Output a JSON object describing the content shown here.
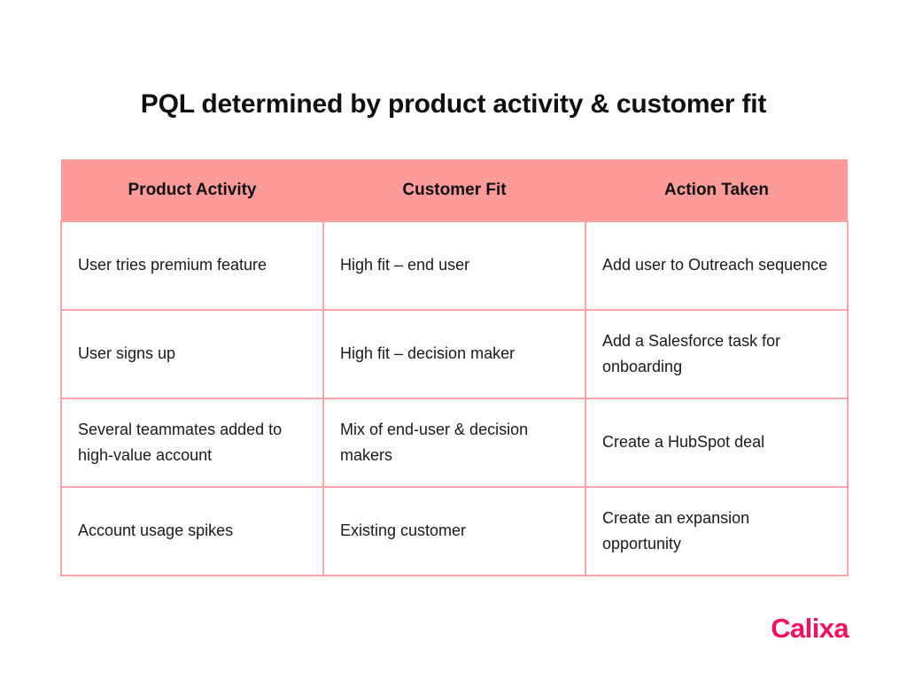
{
  "slide": {
    "title": "PQL determined by product activity & customer fit",
    "background_color": "#ffffff",
    "title_color": "#12100e"
  },
  "table": {
    "header_background": "#fd9a9a",
    "border_color": "#fca5a5",
    "columns": [
      "Product Activity",
      "Customer Fit",
      "Action Taken"
    ],
    "rows": [
      {
        "product_activity": "User tries premium feature",
        "customer_fit": "High fit – end user",
        "action_taken": "Add user to Outreach sequence"
      },
      {
        "product_activity": "User signs up",
        "customer_fit": "High fit – decision maker",
        "action_taken": "Add a Salesforce task for onboarding"
      },
      {
        "product_activity": "Several teammates added to high-value account",
        "customer_fit": "Mix of end-user & decision makers",
        "action_taken": "Create a HubSpot deal"
      },
      {
        "product_activity": "Account usage spikes",
        "customer_fit": "Existing customer",
        "action_taken": "Create an expansion opportunity"
      }
    ]
  },
  "branding": {
    "logo_text": "Calixa",
    "logo_color": "#f5125d"
  }
}
